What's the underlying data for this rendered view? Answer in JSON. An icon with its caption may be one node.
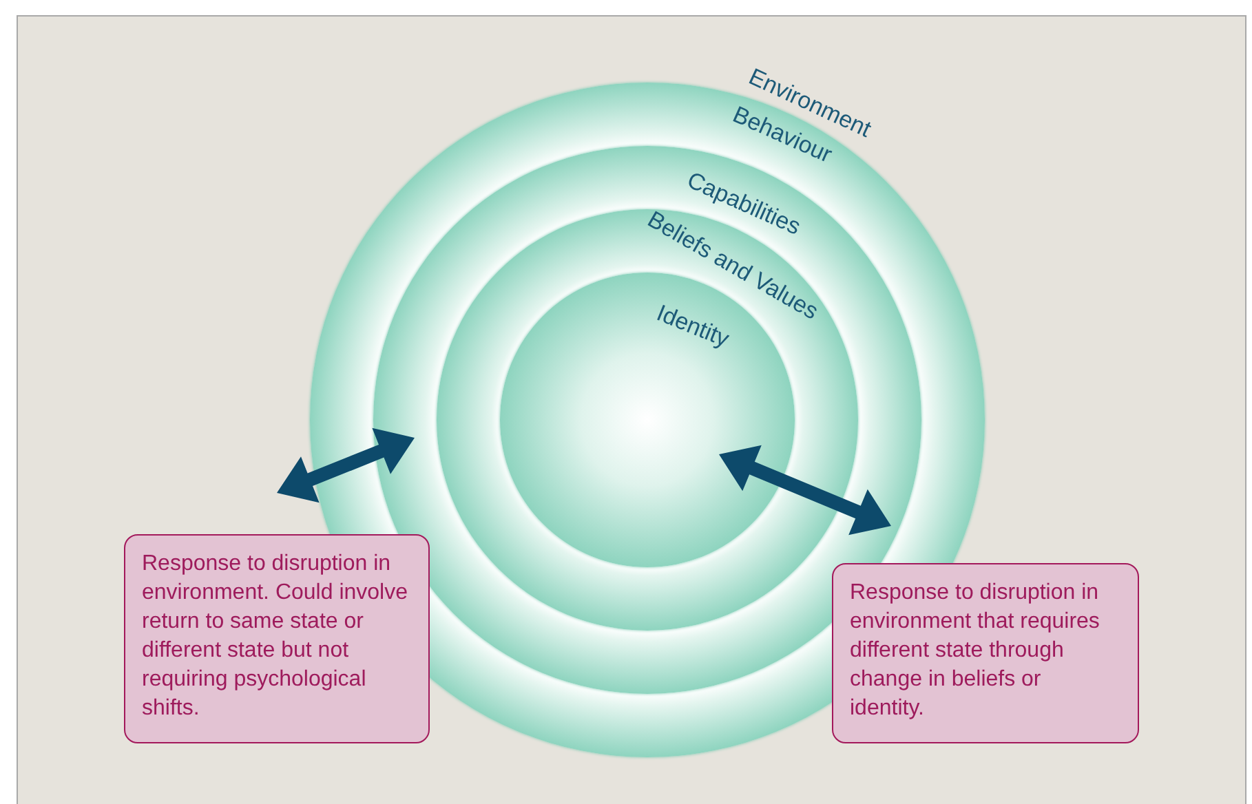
{
  "diagram": {
    "nodes": [
      {
        "text": [
          "Behaviour"
        ]
      },
      {
        "text": [
          "Capabilities"
        ],
        "in": 0
      },
      {
        "text": [
          "Beliefs and Values"
        ],
        "in": 1
      },
      {
        "text": [
          "Identity"
        ],
        "in": 2
      },
      {
        "text": [
          "Response to disruption in environment. Could involve return to same state or different state but not requiring psychological shifts."
        ]
      },
      {
        "text": [
          "Response to disruption in environment that requires different state through change in beliefs or identity."
        ]
      }
    ],
    "labels": [
      "Environment"
    ]
  }
}
